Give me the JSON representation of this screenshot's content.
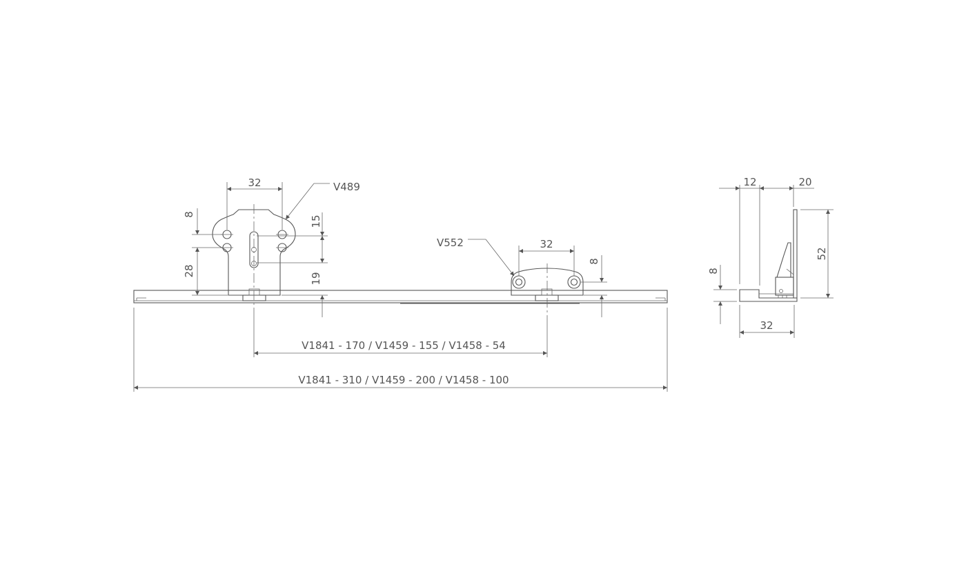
{
  "drawing": {
    "callouts": {
      "bracket_large": "V489",
      "bracket_small": "V552"
    },
    "front_view": {
      "dims": {
        "hole_spacing_large": "32",
        "hole_spacing_small": "32",
        "hole_pitch_vertical": "8",
        "height_28": "28",
        "slot_15": "15",
        "slot_19": "19",
        "small_offset_8": "8"
      },
      "spacing_label": "V1841 - 170 / V1459 - 155 / V1458 - 54",
      "length_label": "V1841 - 310 / V1459 - 200 / V1458 - 100"
    },
    "side_view": {
      "dims": {
        "top_12": "12",
        "top_20": "20",
        "height_52": "52",
        "left_8": "8",
        "bottom_32": "32"
      }
    }
  }
}
